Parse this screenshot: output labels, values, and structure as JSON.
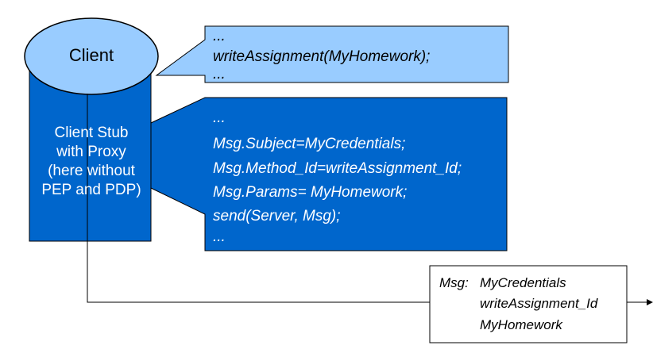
{
  "client": {
    "title": "Client",
    "stub_lines": [
      "Client Stub",
      "with Proxy",
      "(here without",
      "PEP and PDP)"
    ]
  },
  "code_top": {
    "lines": [
      "...",
      "writeAssignment(MyHomework);",
      "..."
    ]
  },
  "code_bottom": {
    "lines": [
      "...",
      "Msg.Subject=MyCredentials;",
      "Msg.Method_Id=writeAssignment_Id;",
      "Msg.Params= MyHomework;",
      "send(Server, Msg);",
      "..."
    ]
  },
  "message": {
    "prefix": "Msg:",
    "fields": [
      "MyCredentials",
      "writeAssignment_Id",
      "MyHomework"
    ]
  },
  "colors": {
    "light_blue": "#99ccff",
    "dark_blue": "#0066cc",
    "black": "#000000",
    "white": "#ffffff"
  }
}
